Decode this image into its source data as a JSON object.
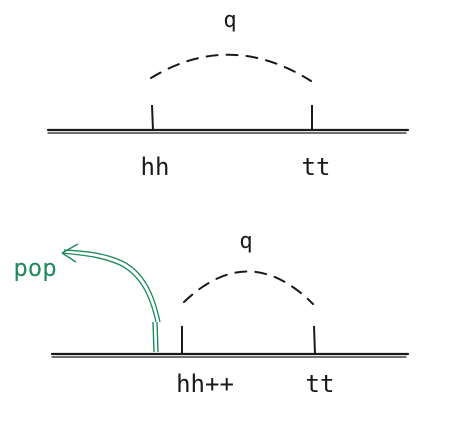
{
  "diagram": {
    "top": {
      "arc_label": "q",
      "head_label": "hh",
      "tail_label": "tt"
    },
    "bottom": {
      "arc_label": "q",
      "head_label": "hh++",
      "tail_label": "tt",
      "pop_label": "pop"
    },
    "colors": {
      "ink": "#1a1a1a",
      "pop": "#1f8a5b",
      "background": "#ffffff"
    }
  }
}
